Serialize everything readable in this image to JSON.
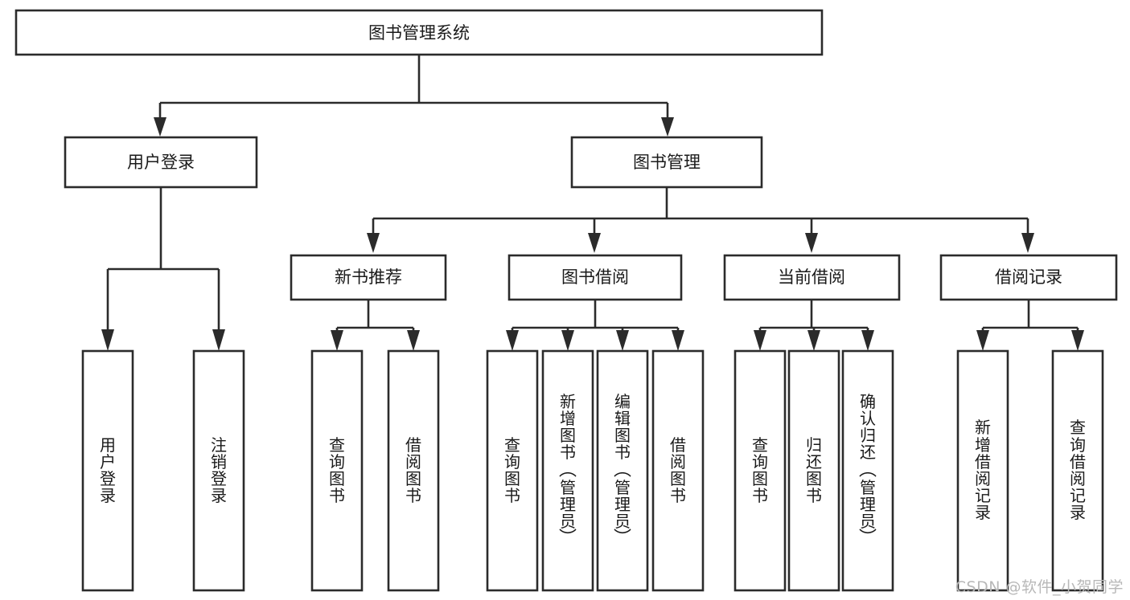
{
  "diagram": {
    "title": "图书管理系统",
    "watermark": "CSDN @软件_小贺同学",
    "type": "tree",
    "orientation": "top-down",
    "colors": {
      "box_fill": "#ffffff",
      "box_stroke": "#2b2b2b",
      "text": "#1a1a1a",
      "background": "#ffffff",
      "watermark": "#b8b8b8"
    },
    "root": {
      "label": "图书管理系统"
    },
    "level2": [
      {
        "label": "用户登录"
      },
      {
        "label": "图书管理"
      }
    ],
    "level3": [
      {
        "label": "新书推荐"
      },
      {
        "label": "图书借阅"
      },
      {
        "label": "当前借阅"
      },
      {
        "label": "借阅记录"
      }
    ],
    "leaves": {
      "user_login": [
        {
          "label": "用户登录"
        },
        {
          "label": "注销登录"
        }
      ],
      "new_book_recommend": [
        {
          "label": "查询图书"
        },
        {
          "label": "借阅图书"
        }
      ],
      "book_borrow": [
        {
          "label": "查询图书"
        },
        {
          "label": "新增图书（管理员）"
        },
        {
          "label": "编辑图书（管理员）"
        },
        {
          "label": "借阅图书"
        }
      ],
      "current_borrow": [
        {
          "label": "查询图书"
        },
        {
          "label": "归还图书"
        },
        {
          "label": "确认归还（管理员）"
        }
      ],
      "borrow_record": [
        {
          "label": "新增借阅记录"
        },
        {
          "label": "查询借阅记录"
        }
      ]
    }
  }
}
